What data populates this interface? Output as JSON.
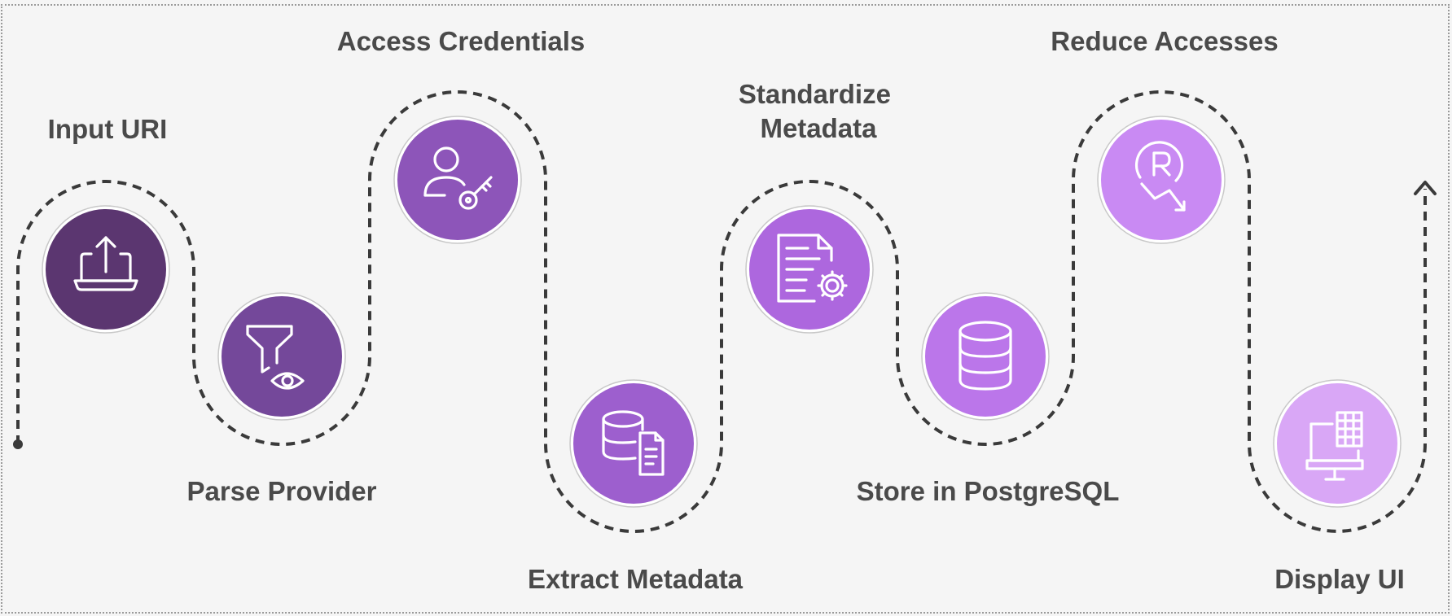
{
  "steps": [
    {
      "label_lines": [
        "Input URI"
      ],
      "icon": "laptop-upload-icon",
      "color": "#5b3670"
    },
    {
      "label_lines": [
        "Parse Provider"
      ],
      "icon": "filter-eye-icon",
      "color": "#74489a"
    },
    {
      "label_lines": [
        "Access Credentials"
      ],
      "icon": "user-key-icon",
      "color": "#8d55b9"
    },
    {
      "label_lines": [
        "Extract Metadata"
      ],
      "icon": "database-document-icon",
      "color": "#9d5fce"
    },
    {
      "label_lines": [
        "Standardize",
        "Metadata"
      ],
      "icon": "document-gear-icon",
      "color": "#ad67de"
    },
    {
      "label_lines": [
        "Store in PostgreSQL"
      ],
      "icon": "database-icon",
      "color": "#bb76ea"
    },
    {
      "label_lines": [
        "Reduce Accesses"
      ],
      "icon": "reduce-arrow-icon",
      "color": "#c98af3"
    },
    {
      "label_lines": [
        "Display UI"
      ],
      "icon": "monitor-table-icon",
      "color": "#d9a7f6"
    }
  ]
}
